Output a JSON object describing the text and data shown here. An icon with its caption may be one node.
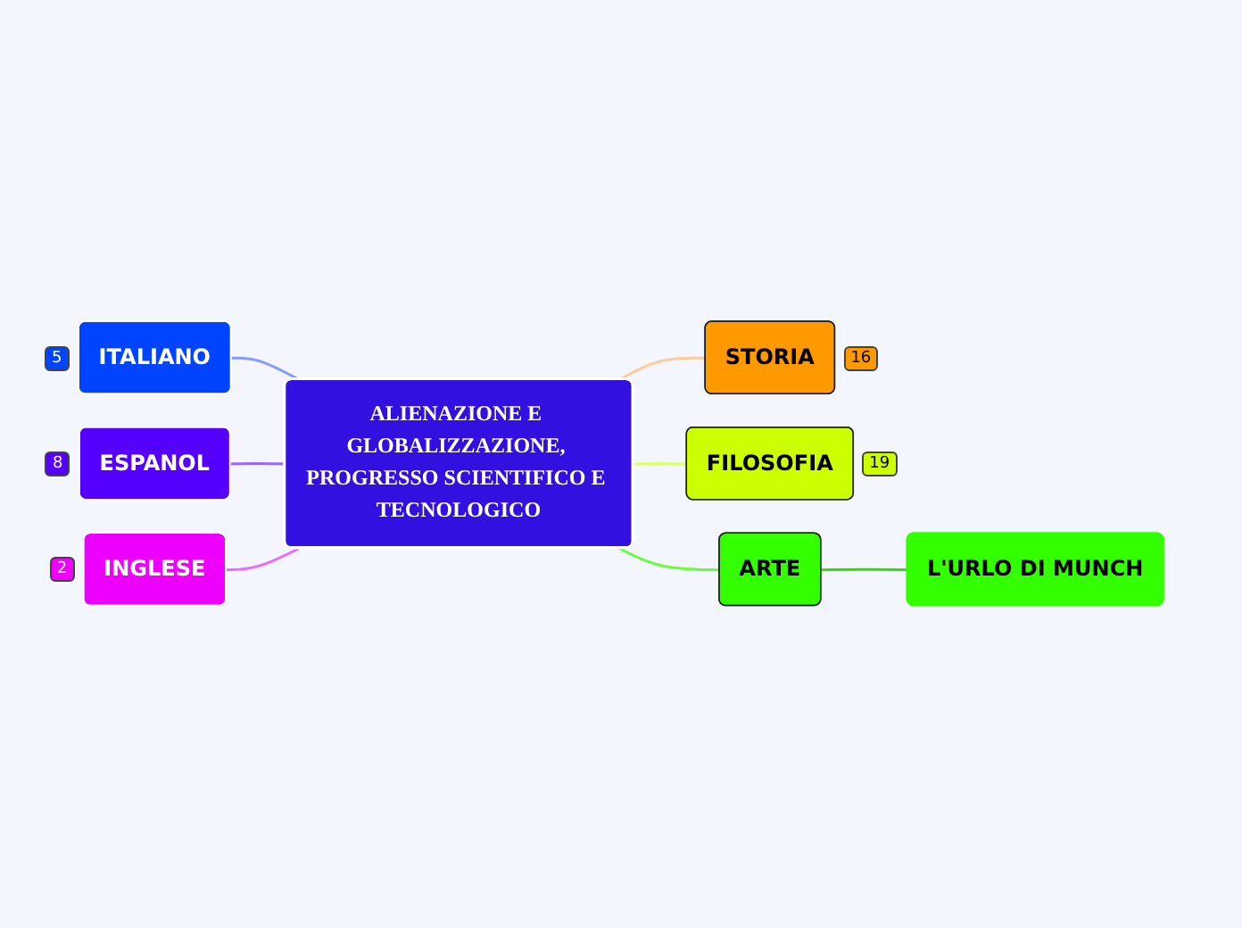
{
  "diagram": {
    "nodes": [
      {
        "text": [
          "ALIENAZIONE E GLOBALIZZAZIONE, PROGRESSO SCIENTIFICO E TECNOLOGICO"
        ]
      },
      {
        "text": [
          "ITALIANO"
        ],
        "beside": [
          "5"
        ]
      },
      {
        "text": [
          "ESPANOL"
        ],
        "beside": [
          "8"
        ]
      },
      {
        "text": [
          "INGLESE"
        ],
        "beside": [
          "2"
        ]
      },
      {
        "text": [
          "STORIA"
        ],
        "beside": [
          "16"
        ]
      },
      {
        "text": [
          "FILOSOFIA"
        ],
        "beside": [
          "19"
        ]
      },
      {
        "text": [
          "ARTE"
        ]
      },
      {
        "text": [
          "L'URLO DI MUNCH"
        ]
      }
    ],
    "edges": [
      {
        "from": 0,
        "to": 1,
        "arrow": "none",
        "color": "#8899ff"
      },
      {
        "from": 0,
        "to": 2,
        "arrow": "none",
        "color": "#9966ff"
      },
      {
        "from": 0,
        "to": 3,
        "arrow": "none",
        "color": "#ee66ff"
      },
      {
        "from": 0,
        "to": 4,
        "arrow": "none",
        "color": "#ffcc99"
      },
      {
        "from": 0,
        "to": 5,
        "arrow": "none",
        "color": "#ddff66"
      },
      {
        "from": 0,
        "to": 6,
        "arrow": "none",
        "color": "#66ff33"
      },
      {
        "from": 6,
        "to": 7,
        "arrow": "none",
        "color": "#33dd00"
      }
    ]
  }
}
